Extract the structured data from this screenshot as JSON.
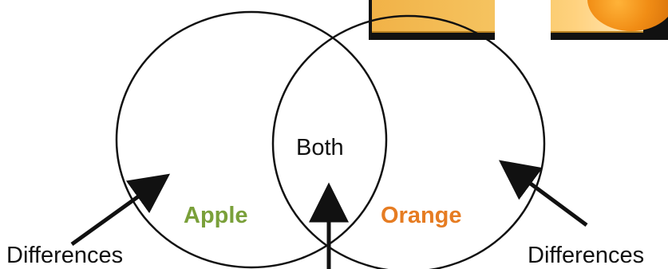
{
  "venn": {
    "overlap_label": "Both",
    "left_set_label": "Apple",
    "right_set_label": "Orange",
    "left_note": "Differences",
    "right_note": "Differences"
  },
  "colors": {
    "apple": "#7aa03a",
    "orange": "#e67c22",
    "outline": "#111111"
  }
}
